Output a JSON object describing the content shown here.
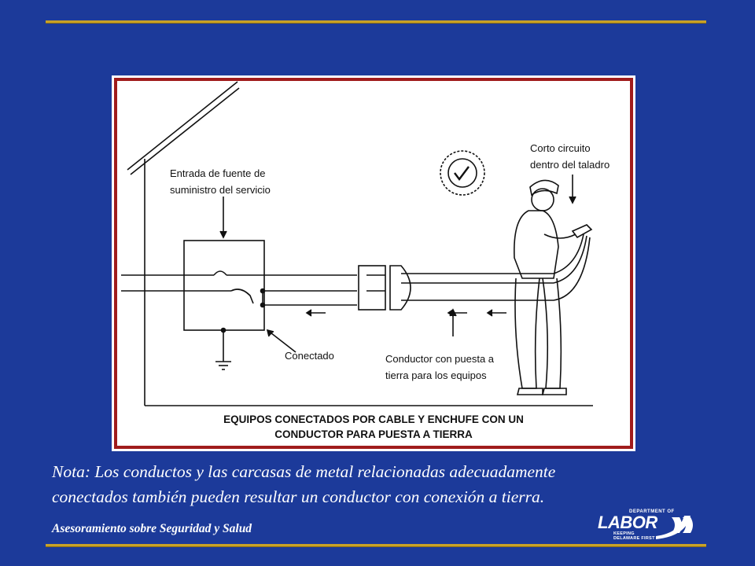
{
  "slide": {
    "background": "#1c3a9a",
    "rule_color": "#c9a227",
    "frame_color": "#a01c1c"
  },
  "diagram": {
    "labels": {
      "service_entry_line1": "Entrada de fuente de",
      "service_entry_line2": "suministro del servicio",
      "short_circuit_line1": "Corto circuito",
      "short_circuit_line2": "dentro del taladro",
      "connected": "Conectado",
      "ground_conductor_line1": "Conductor con puesta a",
      "ground_conductor_line2": "tierra para los equipos"
    },
    "caption_line1": "EQUIPOS CONECTADOS POR CABLE Y ENCHUFE CON UN",
    "caption_line2": "CONDUCTOR PARA PUESTA A TIERRA"
  },
  "note": {
    "line1": "Nota: Los conductos y las carcasas de metal relacionadas adecuadamente",
    "line2": "conectados también pueden resultar un conductor con conexión a tierra."
  },
  "footer": {
    "text": "Asesoramiento sobre Seguridad y Salud",
    "logo": {
      "dept": "DEPARTMENT OF",
      "word": "LABOR",
      "tag1": "KEEPING",
      "tag2": "DELAWARE FIRST"
    }
  }
}
